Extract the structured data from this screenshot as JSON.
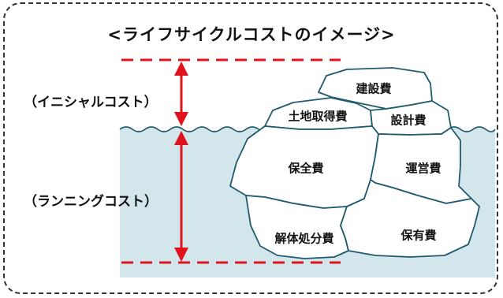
{
  "title": "<ライフサイクルコストのイメージ>",
  "labels": {
    "initial_cost": "（イニシャルコスト）",
    "running_cost": "（ランニングコスト）"
  },
  "parts": {
    "construction": "建設費",
    "land": "土地取得費",
    "design": "設計費",
    "maintenance": "保全費",
    "operation": "運営費",
    "demolition": "解体処分費",
    "ownership": "保有費"
  },
  "colors": {
    "water": "#d3e6ec",
    "outline": "#1f5a6e",
    "arrow": "#e0121b",
    "dash": "#e0121b"
  }
}
